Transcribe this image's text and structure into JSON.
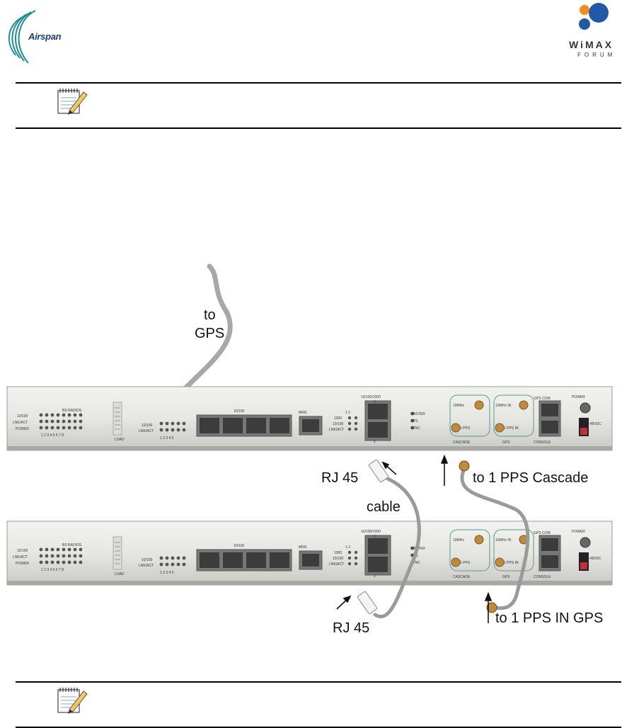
{
  "header": {
    "left_logo_text": "Airspan",
    "right_logo_text": "WiMAX",
    "right_logo_subtext": "FORUM"
  },
  "figure": {
    "label_to": "to",
    "label_gps": "GPS",
    "label_rj45_top": "RJ 45",
    "label_cable": "cable",
    "label_rj45_bottom": "RJ 45",
    "label_pps_cascade": "to 1 PPS Cascade",
    "label_pps_in_gps": "to 1 PPS IN GPS",
    "panel": {
      "bs_radios": "BS RADIOS",
      "row_1": "10/100",
      "row_2": "LNK/ACT",
      "row_3": "POWER",
      "radio_numbers": "1 2 3 4 5 6 7 8",
      "load": "LOAD",
      "switch_label": "10/100",
      "switch_numbers": "1 2 3 4 5",
      "mng": "MNG",
      "uplink": "10/100/1000",
      "up_1": "1",
      "up_2": "2",
      "col_12": "1  2",
      "s1000": "1000",
      "master": "MASTER",
      "gps": "GPS",
      "sync": "SYNC",
      "mhz10": "10MHz",
      "pps1": "1 PPS",
      "cascade": "CASCADE",
      "mhz10_in": "10MHz IN",
      "pps1_in": "1 PPS IN",
      "gps_box": "GPS",
      "gps_com": "GPS COM",
      "console": "CONSOLE",
      "power": "POWER",
      "vdc": "-48VDC"
    }
  }
}
